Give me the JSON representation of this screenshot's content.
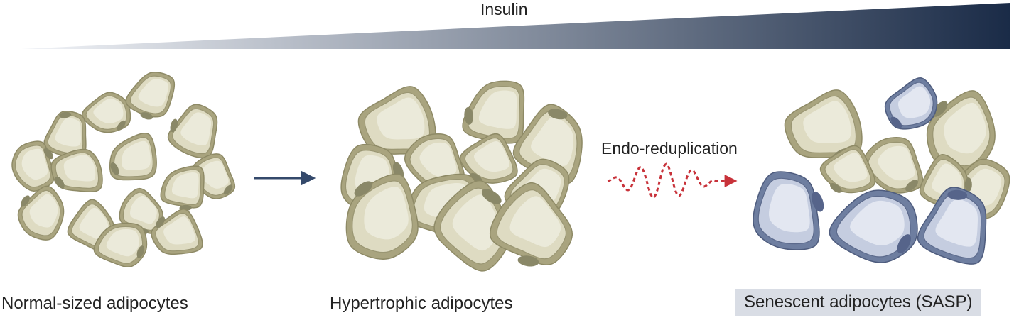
{
  "gradient": {
    "label": "Insulin",
    "color_light": "#f2f4f8",
    "color_dark": "#1a2b47"
  },
  "transition": {
    "arrow_color": "#34496b",
    "process_label": "Endo-reduplication",
    "wave_color": "#c8323a"
  },
  "stages": [
    {
      "label": "Normal-sized adipocytes"
    },
    {
      "label": "Hypertrophic adipocytes"
    },
    {
      "label": "Senescent adipocytes (SASP)",
      "highlight": "#d9dde5"
    }
  ],
  "colors": {
    "cell_outline": "#a9a47f",
    "cell_body": "#dedbc2",
    "cell_highlight": "#ecebdd",
    "nucleus": "#8a8868",
    "senescent_outline": "#6e7ea0",
    "senescent_body": "#c5cde0",
    "senescent_highlight": "#e6eaf3",
    "senescent_nucleus": "#56648a"
  }
}
